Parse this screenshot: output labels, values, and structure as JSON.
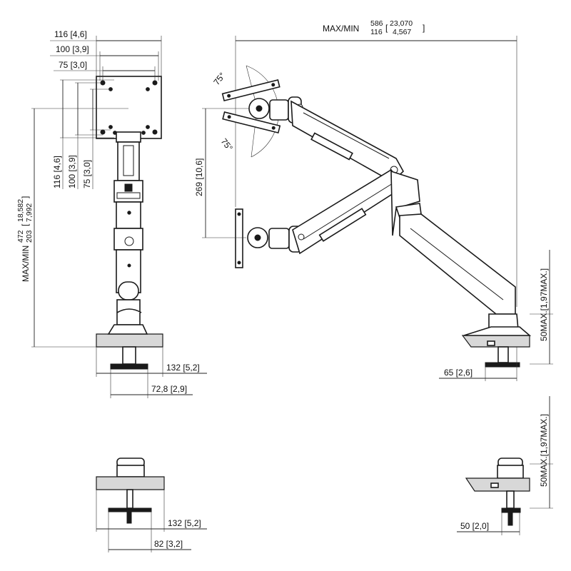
{
  "front_view": {
    "vesa_labels": [
      "116 [4,6]",
      "100 [3,9]",
      "75 [3,0]"
    ],
    "vesa_labels_vertical": [
      "116 [4,6]",
      "100 [3,9]",
      "75 [3,0]"
    ],
    "height_label_prefix": "MAX/MIN",
    "height_max": "472",
    "height_min": "203",
    "height_max_in": "18,582",
    "height_min_in": "7,992",
    "base_width": "132 [5,2]",
    "base_depth": "72,8 [2,9]"
  },
  "side_view": {
    "reach_label_prefix": "MAX/MIN",
    "reach_max": "586",
    "reach_min": "116",
    "reach_max_in": "23,070",
    "reach_min_in": "4,567",
    "tilt_up": "75°",
    "tilt_down": "75°",
    "monitor_offset": "269 [10,6]",
    "clamp_thickness": "50MAX.[1,97MAX.]",
    "clamp_depth": "65 [2,6]"
  },
  "bottom_front_view": {
    "base_width": "132 [5,2]",
    "base_depth": "82 [3,2]"
  },
  "bottom_side_view": {
    "clamp_thickness": "50MAX.[1,97MAX.]",
    "clamp_depth": "50 [2,0]"
  }
}
